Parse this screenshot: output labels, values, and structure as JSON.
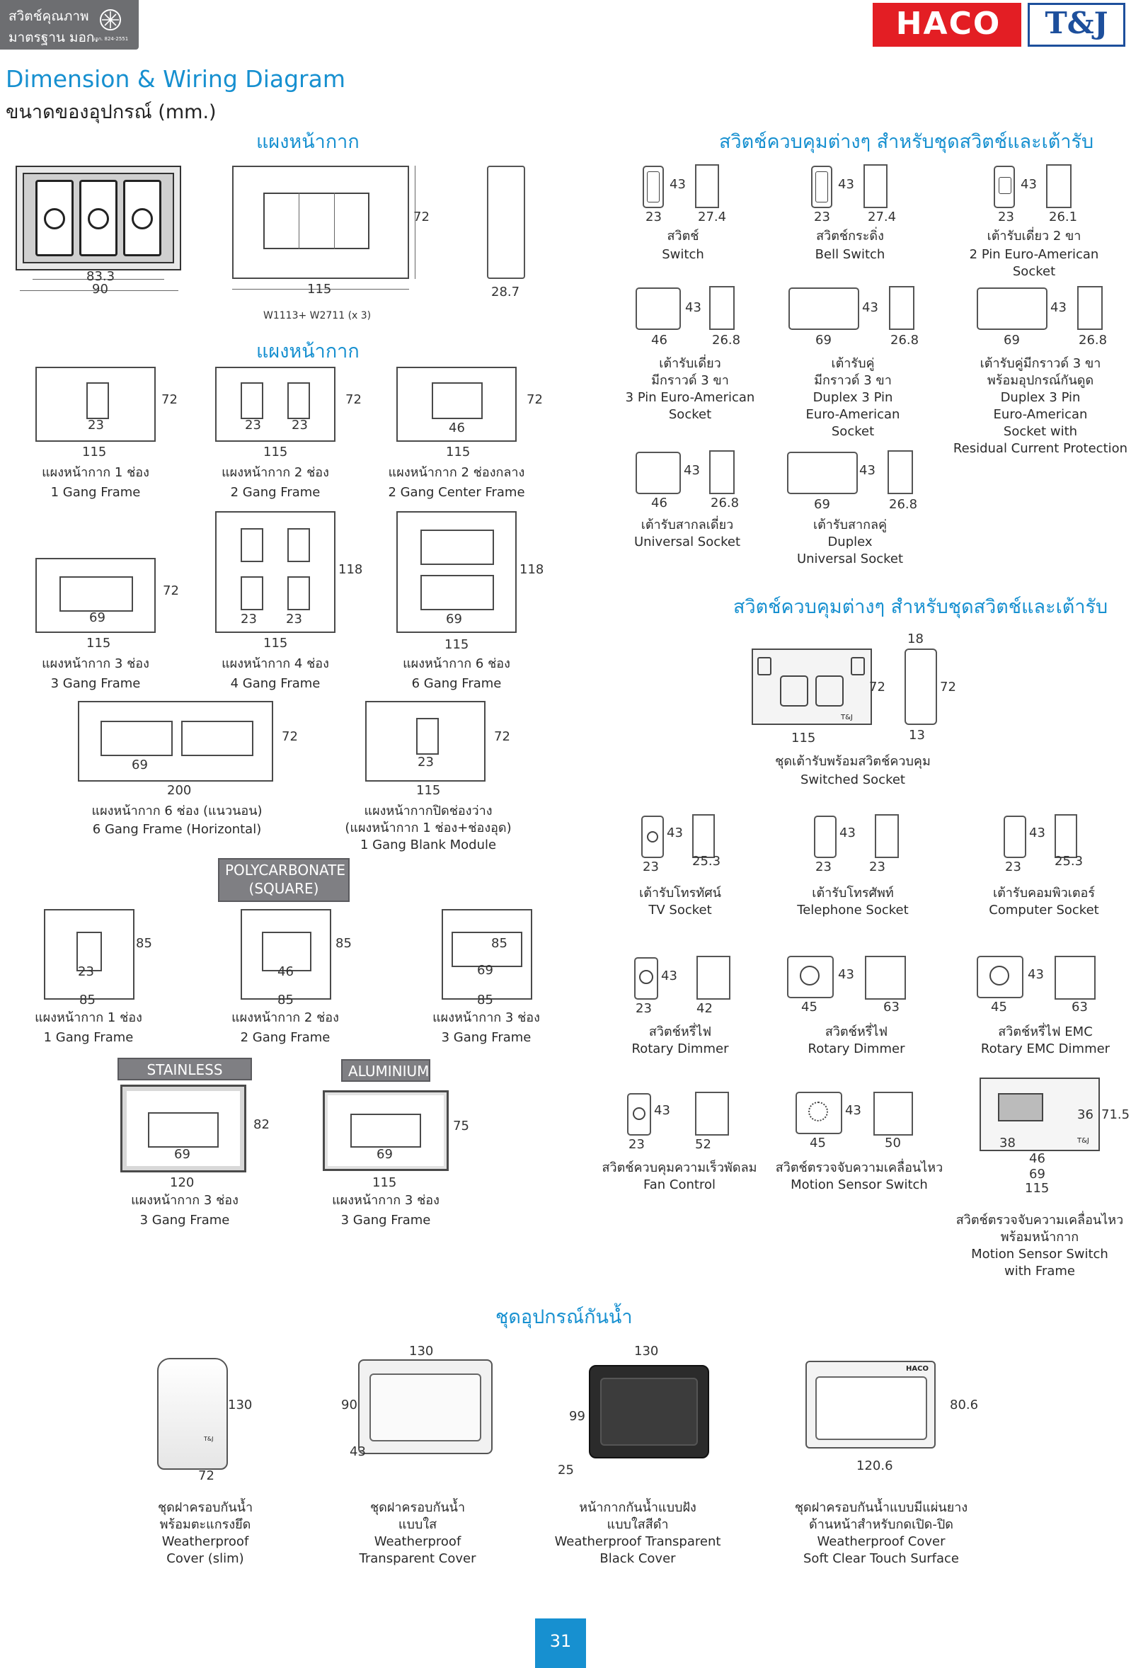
{
  "header": {
    "tisi_line1": "สวิตช์คุณภาพ",
    "tisi_line2": "มาตรฐาน มอก.",
    "tisi_code": "มอก. 824-2551",
    "brand1": "HACO",
    "brand2": "T&J"
  },
  "title": {
    "main": "Dimension & Wiring Diagram",
    "sub": "ขนาดของอุปกรณ์ (mm.)"
  },
  "sections": {
    "frame_head1": "แผงหน้ากาก",
    "frame_head2": "แผงหน้ากาก",
    "switch_head1": "สวิตช์ควบคุมต่างๆ สำหรับชุดสวิตช์และเต้ารับ",
    "switch_head2": "สวิตช์ควบคุมต่างๆ สำหรับชุดสวิตช์และเต้ารับ",
    "water_head": "ชุดอุปกรณ์กันน้ำ"
  },
  "top_assembly": {
    "w1": "83.3",
    "w2": "90",
    "w3": "115",
    "h": "72",
    "depth": "28.7",
    "model": "W1113+ W2711 (x 3)"
  },
  "frames": [
    {
      "th": "แผงหน้ากาก 1 ช่อง",
      "en": "1 Gang Frame",
      "w": "115",
      "h": "72",
      "o1": "23"
    },
    {
      "th": "แผงหน้ากาก 2 ช่อง",
      "en": "2 Gang Frame",
      "w": "115",
      "h": "72",
      "o1": "23",
      "o2": "23"
    },
    {
      "th": "แผงหน้ากาก 2 ช่องกลาง",
      "en": "2 Gang Center Frame",
      "w": "115",
      "h": "72",
      "o1": "46"
    },
    {
      "th": "แผงหน้ากาก 3 ช่อง",
      "en": "3 Gang Frame",
      "w": "115",
      "h": "72",
      "o1": "69"
    },
    {
      "th": "แผงหน้ากาก 4 ช่อง",
      "en": "4 Gang Frame",
      "w": "115",
      "h": "118",
      "o1": "23",
      "o2": "23"
    },
    {
      "th": "แผงหน้ากาก 6 ช่อง",
      "en": "6 Gang Frame",
      "w": "115",
      "h": "118",
      "o1": "69"
    },
    {
      "th": "แผงหน้ากาก 6 ช่อง (แนวนอน)",
      "en": "6 Gang Frame (Horizontal)",
      "w": "200",
      "h": "72",
      "o1": "69"
    },
    {
      "th": "แผงหน้ากากปิดช่องว่าง",
      "th2": "(แผงหน้ากาก 1 ช่อง+ช่องอุด)",
      "en": "1 Gang Blank Module",
      "w": "115",
      "h": "72",
      "o1": "23"
    }
  ],
  "polycarbonate": {
    "badge1": "POLYCARBONATE",
    "badge2": "(SQUARE)",
    "items": [
      {
        "th": "แผงหน้ากาก 1 ช่อง",
        "en": "1 Gang Frame",
        "w": "85",
        "h": "85",
        "o1": "23"
      },
      {
        "th": "แผงหน้ากาก 2 ช่อง",
        "en": "2 Gang Frame",
        "w": "85",
        "h": "85",
        "o1": "46"
      },
      {
        "th": "แผงหน้ากาก 3 ช่อง",
        "en": "3 Gang Frame",
        "w": "85",
        "h": "85",
        "o1": "69"
      }
    ]
  },
  "stainless": {
    "badge": "STAINLESS STEEL",
    "th": "แผงหน้ากาก 3 ช่อง",
    "en": "3 Gang Frame",
    "w": "120",
    "h": "82",
    "o1": "69"
  },
  "aluminium": {
    "badge": "ALUMINIUM",
    "th": "แผงหน้ากาก 3 ช่อง",
    "en": "3 Gang Frame",
    "w": "115",
    "h": "75",
    "o1": "69"
  },
  "devices": [
    {
      "th": "สวิตช์",
      "en": "Switch",
      "w": "23",
      "h": "43",
      "d": "27.4"
    },
    {
      "th": "สวิตช์กระดิ่ง",
      "en": "Bell Switch",
      "w": "23",
      "h": "43",
      "d": "27.4"
    },
    {
      "th": "เต้ารับเดี่ยว 2 ขา",
      "en": "2 Pin Euro-American",
      "en2": "Socket",
      "w": "23",
      "h": "43",
      "d": "26.1"
    },
    {
      "th": "เต้ารับเดี่ยว",
      "th2": "มีกราวด์ 3 ขา",
      "en": "3 Pin Euro-American",
      "en2": "Socket",
      "w": "46",
      "h": "43",
      "d": "26.8"
    },
    {
      "th": "เต้ารับคู่",
      "th2": "มีกราวด์ 3 ขา",
      "en": "Duplex 3 Pin",
      "en2": "Euro-American",
      "en3": "Socket",
      "w": "69",
      "h": "43",
      "d": "26.8"
    },
    {
      "th": "เต้ารับคู่มีกราวด์ 3 ขา",
      "th2": "พร้อมอุปกรณ์กันดูด",
      "en": "Duplex 3 Pin",
      "en2": "Euro-American",
      "en3": "Socket with",
      "en4": "Residual Current Protection",
      "w": "69",
      "h": "43",
      "d": "26.8"
    },
    {
      "th": "เต้ารับสากลเดี่ยว",
      "en": "Universal Socket",
      "w": "46",
      "h": "43",
      "d": "26.8"
    },
    {
      "th": "เต้ารับสากลคู่",
      "en": "Duplex",
      "en2": "Universal Socket",
      "w": "69",
      "h": "43",
      "d": "26.8"
    }
  ],
  "switched_socket": {
    "th": "ชุดเต้ารับพร้อมสวิตช์ควบคุม",
    "en": "Switched Socket",
    "w": "115",
    "h": "72",
    "h2": "72",
    "d1": "18",
    "d2": "13",
    "brand": "T&J"
  },
  "devices2": [
    {
      "th": "เต้ารับโทรทัศน์",
      "en": "TV Socket",
      "w": "23",
      "h": "43",
      "d": "25.3"
    },
    {
      "th": "เต้ารับโทรศัพท์",
      "en": "Telephone Socket",
      "w": "23",
      "h": "43",
      "w2": "23"
    },
    {
      "th": "เต้ารับคอมพิวเตอร์",
      "en": "Computer Socket",
      "w": "23",
      "h": "43",
      "d": "25.3"
    },
    {
      "th": "สวิตช์หรี่ไฟ",
      "en": "Rotary Dimmer",
      "w": "23",
      "h": "43",
      "d": "42"
    },
    {
      "th": "สวิตช์หรี่ไฟ",
      "en": "Rotary Dimmer",
      "w": "45",
      "h": "43",
      "d": "63"
    },
    {
      "th": "สวิตช์หรี่ไฟ EMC",
      "en": "Rotary EMC Dimmer",
      "w": "45",
      "h": "43",
      "d": "63"
    },
    {
      "th": "สวิตช์ควบคุมความเร็วพัดลม",
      "en": "Fan Control",
      "w": "23",
      "h": "43",
      "d": "52"
    },
    {
      "th": "สวิตช์ตรวจจับความเคลื่อนไหว",
      "en": "Motion Sensor Switch",
      "w": "45",
      "h": "43",
      "d": "50"
    }
  ],
  "motion_frame": {
    "th": "สวิตช์ตรวจจับความเคลื่อนไหว",
    "th2": "พร้อมหน้ากาก",
    "en": "Motion Sensor Switch",
    "en2": "with Frame",
    "h1": "36",
    "h2": "71.5",
    "w1": "38",
    "w2": "46",
    "w3": "69",
    "w4": "115",
    "brand": "T&J"
  },
  "weatherproof": [
    {
      "th": "ชุดฝาครอบกันน้ำ",
      "th2": "พร้อมตะแกรงยึด",
      "en": "Weatherproof",
      "en2": "Cover (slim)",
      "h": "130",
      "w": "72",
      "brand": "T&J"
    },
    {
      "th": "ชุดฝาครอบกันน้ำ",
      "th2": "แบบใส",
      "en": "Weatherproof",
      "en2": "Transparent Cover",
      "w": "130",
      "h": "90",
      "d": "43"
    },
    {
      "th": "หน้ากากกันน้ำแบบฝัง",
      "th2": "แบบใสสีดำ",
      "en": "Weatherproof Transparent",
      "en2": "Black Cover",
      "w": "130",
      "h": "99",
      "d": "25"
    },
    {
      "th": "ชุดฝาครอบกันน้ำแบบมีแผ่นยาง",
      "th2": "ด้านหน้าสำหรับกดเปิด-ปิด",
      "en": "Weatherproof Cover",
      "en2": "Soft Clear Touch Surface",
      "w": "120.6",
      "h": "80.6",
      "brand": "HACO"
    }
  ],
  "page_number": "31",
  "colors": {
    "accent": "#1790d0",
    "brand_red": "#e31e24",
    "brand_blue": "#1d4f9c",
    "badge": "#7f7f83"
  }
}
